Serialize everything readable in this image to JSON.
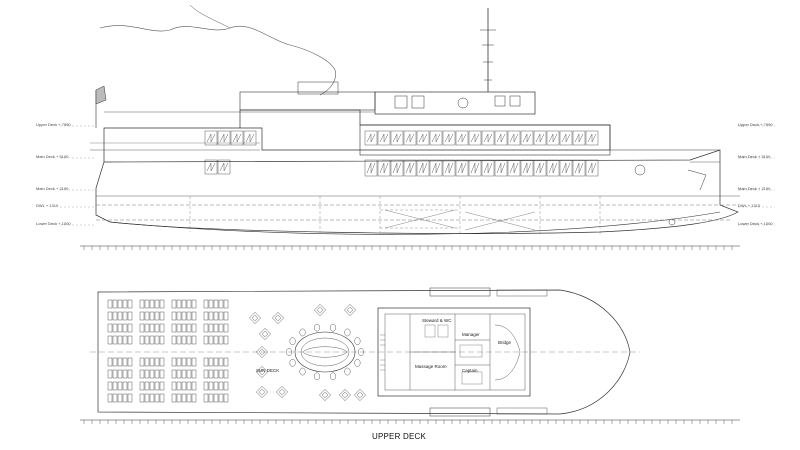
{
  "drawing": {
    "view_title": "UPPER DECK",
    "side_view_label": "side-elevation",
    "rooms": {
      "sun_deck": "SUN DECK",
      "massage_room": "Massage Room",
      "captain": "Captain",
      "manager": "Manager",
      "bridge": "Bridge",
      "steward": "Steward & WC"
    },
    "level_labels_left": [
      "Upper Deck +  7990",
      "Main Deck +  5100",
      "Main Deck +  2190",
      "DWL +  1310",
      "Lower Deck +  1000"
    ],
    "level_labels_right": [
      "Upper Deck +  7990",
      "Main Deck +  5100",
      "Main Deck +  2190",
      "DWL +  1310",
      "Lower Deck +  1000"
    ],
    "line_color": "#333333",
    "dash_color": "#777777"
  }
}
